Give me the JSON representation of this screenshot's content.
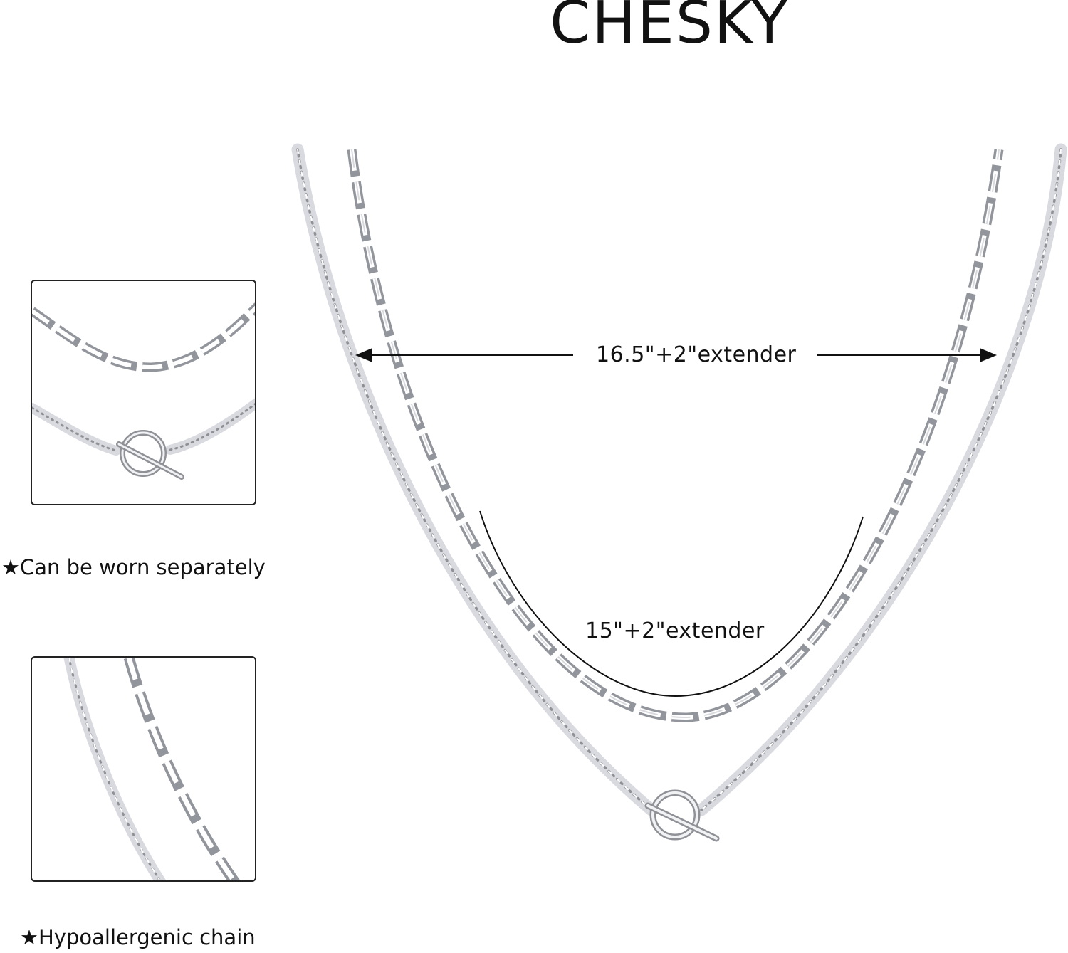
{
  "brand": {
    "name": "CHESKY"
  },
  "measurements": {
    "long_chain": "16.5\"+2\"extender",
    "short_chain": "15\"+2\"extender"
  },
  "features": [
    "★Can be worn separately",
    "★Hypoallergenic chain"
  ],
  "colors": {
    "text": "#111111",
    "metal": "#d8d9de",
    "metal_shadow": "#8e9097",
    "outline": "#222222"
  }
}
